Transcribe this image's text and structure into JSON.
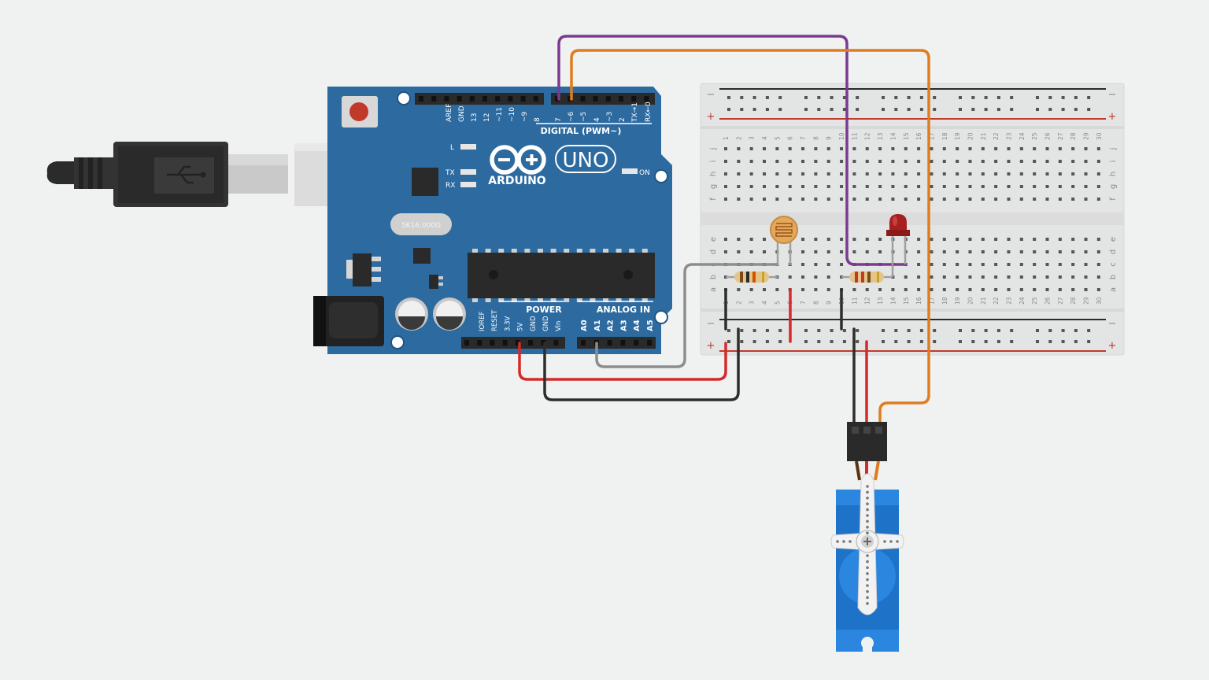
{
  "colors": {
    "background": "#f0f1f1",
    "board": "#2c6aa0",
    "board_edge": "#1f5686",
    "header": "#2a2a2a",
    "breadboard": "#e3e4e4",
    "wire_purple": "#7a3b8f",
    "wire_orange": "#e07c1f",
    "wire_red": "#d42a2a",
    "wire_black": "#2d2d2d",
    "wire_gray": "#8d8d8d",
    "servo": "#1e73c9"
  },
  "arduino": {
    "brand": "ARDUINO",
    "model": "UNO",
    "digital_label": "DIGITAL (PWM~)",
    "power_label": "POWER",
    "analog_label": "ANALOG IN",
    "on_label": "ON",
    "led_l": "L",
    "led_tx": "TX",
    "led_rx": "RX",
    "crystal_label": "5K16.000G",
    "digital_pins": [
      "AREF",
      "GND",
      "13",
      "12",
      "~11",
      "~10",
      "~9",
      "8",
      "7",
      "~6",
      "~5",
      "4",
      "~3",
      "2",
      "TX→1",
      "RX←0"
    ],
    "power_pins": [
      "IOREF",
      "RESET",
      "3.3V",
      "5V",
      "GND",
      "GND",
      "Vin"
    ],
    "analog_pins": [
      "A0",
      "A1",
      "A2",
      "A3",
      "A4",
      "A5"
    ],
    "usb_icon": "usb-icon",
    "reset_button_icon": "reset-button-icon"
  },
  "breadboard": {
    "rows_top": [
      "j",
      "i",
      "h",
      "g",
      "f"
    ],
    "rows_bottom": [
      "e",
      "d",
      "c",
      "b",
      "a"
    ],
    "minus_sign": "−",
    "plus_sign": "+",
    "columns": [
      "1",
      "2",
      "3",
      "4",
      "5",
      "6",
      "7",
      "8",
      "9",
      "10",
      "11",
      "12",
      "13",
      "14",
      "15",
      "16",
      "17",
      "18",
      "19",
      "20",
      "21",
      "22",
      "23",
      "24",
      "25",
      "26",
      "27",
      "28",
      "29",
      "30"
    ]
  },
  "components": {
    "photoresistor_icon": "photoresistor-icon",
    "led_icon": "red-led-icon",
    "resistor_icon": "resistor-icon",
    "servo_icon": "micro-servo-icon"
  }
}
